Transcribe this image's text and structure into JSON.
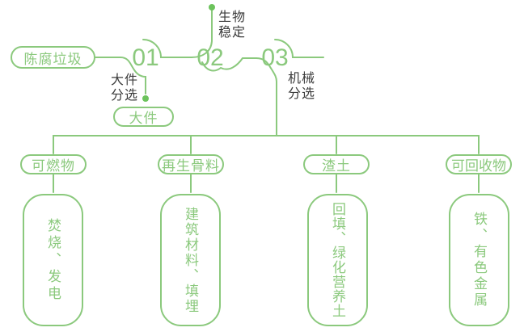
{
  "colors": {
    "accent_green": "#8BC97D",
    "dot_green": "#6CC35C",
    "label_dark": "#3B3B3B",
    "background": "#FFFFFF"
  },
  "flow": {
    "source": "陈腐垃圾",
    "steps": [
      {
        "number": "01",
        "label_line1": "大件",
        "label_line2": "分选",
        "output_pill": "大件"
      },
      {
        "number": "02",
        "label_line1": "生物",
        "label_line2": "稳定"
      },
      {
        "number": "03",
        "label_line1": "机械",
        "label_line2": "分选"
      }
    ]
  },
  "branches": [
    {
      "category": "可燃物",
      "detail": "焚烧、发电"
    },
    {
      "category": "再生骨料",
      "detail": "建筑材料、填埋"
    },
    {
      "category": "渣土",
      "detail": "回填、绿化营养土"
    },
    {
      "category": "可回收物",
      "detail": "铁、有色金属"
    }
  ]
}
